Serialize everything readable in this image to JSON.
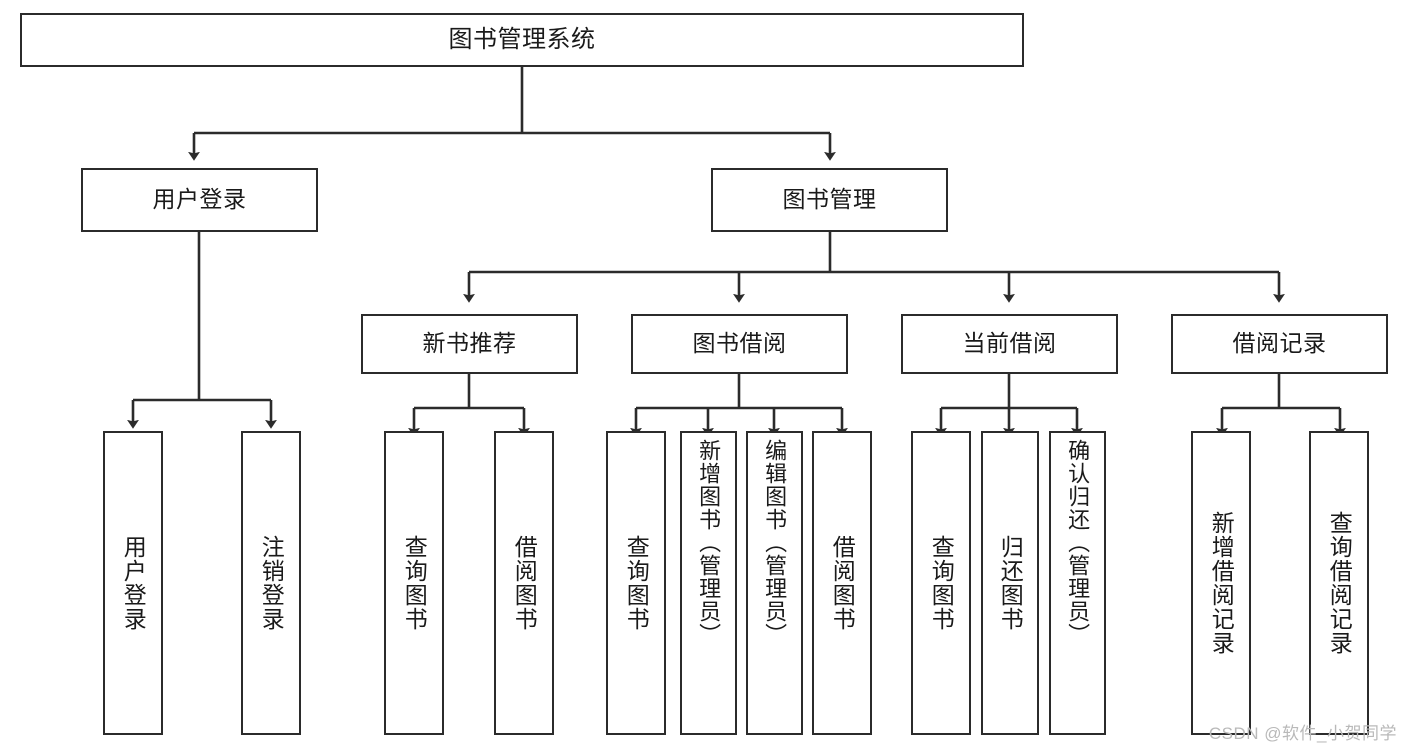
{
  "diagram": {
    "title": "图书管理系统",
    "type": "tree-hierarchy",
    "watermark": "CSDN @软件_小贺同学",
    "colors": {
      "box_border": "#2b2b2b",
      "box_fill": "#ffffff",
      "line": "#2b2b2b",
      "text": "#1a1a1a",
      "watermark": "#b9b9b9"
    },
    "levels": {
      "root": {
        "label": "图书管理系统"
      },
      "level2": [
        {
          "label": "用户登录"
        },
        {
          "label": "图书管理"
        }
      ],
      "level3": [
        {
          "label": "新书推荐"
        },
        {
          "label": "图书借阅"
        },
        {
          "label": "当前借阅"
        },
        {
          "label": "借阅记录"
        }
      ],
      "leaves": {
        "user_login": [
          {
            "label": "用户登录"
          },
          {
            "label": "注销登录"
          }
        ],
        "new_book_recommend": [
          {
            "label": "查询图书"
          },
          {
            "label": "借阅图书"
          }
        ],
        "book_borrow": [
          {
            "label": "查询图书"
          },
          {
            "label": "新增图书（管理员）"
          },
          {
            "label": "编辑图书（管理员）"
          },
          {
            "label": "借阅图书"
          }
        ],
        "current_borrow": [
          {
            "label": "查询图书"
          },
          {
            "label": "归还图书"
          },
          {
            "label": "确认归还（管理员）"
          }
        ],
        "borrow_record": [
          {
            "label": "新增借阅记录"
          },
          {
            "label": "查询借阅记录"
          }
        ]
      }
    }
  }
}
